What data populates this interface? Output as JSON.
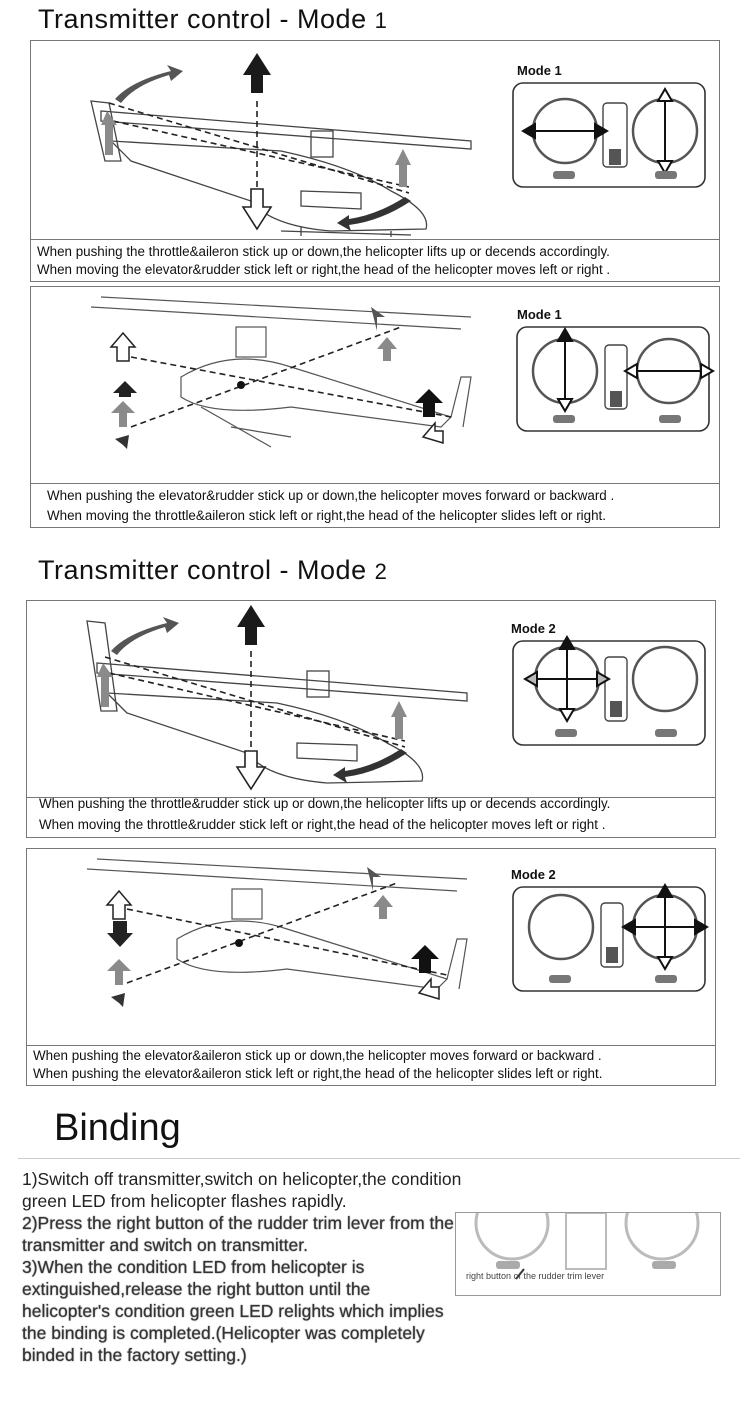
{
  "sections": [
    {
      "title_text": "Transmitter control - Mode ",
      "title_num": "1"
    },
    {
      "title_text": "Transmitter control - Mode ",
      "title_num": "2"
    }
  ],
  "panels": [
    {
      "tx_label": "Mode 1",
      "caption_1": "When pushing the throttle&aileron stick up or down,the helicopter lifts up or decends accordingly.",
      "caption_2": "When moving the elevator&rudder stick left or right,the head of the helicopter moves left or right ."
    },
    {
      "tx_label": "Mode 1",
      "caption_1": "When pushing the elevator&rudder stick up or down,the helicopter moves forward or backward .",
      "caption_2": "When moving the throttle&aileron stick left or right,the head of the helicopter slides left or right."
    },
    {
      "tx_label": "Mode 2",
      "caption_1": "When pushing the throttle&rudder stick up or down,the helicopter lifts up or decends accordingly.",
      "caption_2": "When moving the throttle&rudder stick left or right,the head of the helicopter moves left or right ."
    },
    {
      "tx_label": "Mode 2",
      "caption_1": "When pushing the elevator&aileron stick up or down,the helicopter moves forward or backward .",
      "caption_2": "When pushing the elevator&aileron stick left or right,the head of the helicopter slides left or right."
    }
  ],
  "binding": {
    "title": "Binding",
    "step_1": "1)Switch off transmitter,switch on helicopter,the condition green LED from helicopter flashes rapidly.",
    "step_2": "2)Press the right button of the rudder trim lever from the transmitter and switch on transmitter.",
    "step_3": "3)When the condition LED from helicopter is extinguished,release the right button until the helicopter's condition green LED relights which implies the binding is completed.(Helicopter was completely binded in the factory setting.)",
    "image_label": "right button of the rudder trim lever"
  },
  "icons": {
    "helicopter": "helicopter-outline-icon",
    "transmitter": "transmitter-icon",
    "arrow": "arrow-icon"
  },
  "colors": {
    "arrow_dark": "#1a1a1a",
    "arrow_grey": "#8a8a8a",
    "line": "#333333"
  }
}
